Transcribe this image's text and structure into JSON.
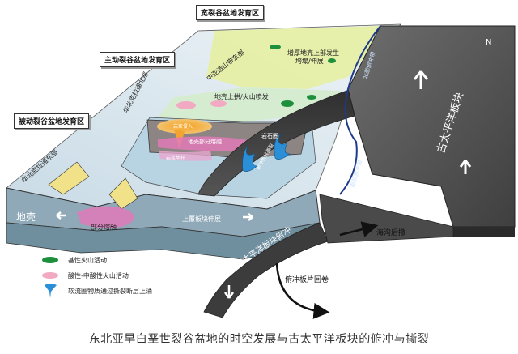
{
  "regions": {
    "rift_passive": "被动裂谷盆地发育区",
    "rift_active": "主动裂谷盆地发育区",
    "rift_wide": "宽裂谷盆地发育区"
  },
  "areas": {
    "huabei_north": "华北克拉通北部",
    "huabei_northeast": "华北克拉通东部",
    "central_asia_east": "中亚造山带东部"
  },
  "labels": {
    "crust": "地壳",
    "partial_melting": "部分熔融",
    "upper_plate_extension": "上覆板块伸展",
    "thickened_crust": "增厚地壳上部发生",
    "collapse_extension": "垮塌/伸展",
    "crust_uplift": "地壳上拱/火山喷发",
    "magma_underplate": "岩浆侵入",
    "crust_partial_melt": "地壳部分熔融",
    "rock_circle": "岩浆垫托",
    "lithosphere": "岩石圈",
    "slab_window": "俯冲板片撕裂",
    "north_boundary": "北部俯冲带",
    "south_boundary": "南部俯冲带",
    "pacific_plate": "古太平洋板块",
    "pacific_subduction": "古太平洋板块俯冲",
    "trench_retreat": "海沟后撤",
    "slab_rollback": "俯冲板片回卷",
    "n_marker": "N"
  },
  "legend": [
    {
      "text": "基性火山活动",
      "color": "#1e8f3c"
    },
    {
      "text": "酸性-中酸性火山活动",
      "color": "#f2a9c2"
    },
    {
      "text": "软流圈物质通过撕裂断层上涌",
      "color": "#2a8fd6"
    }
  ],
  "caption": "东北亚早白垩世裂谷盆地的时空发展与古太平洋板块的俯冲与撕裂"
}
